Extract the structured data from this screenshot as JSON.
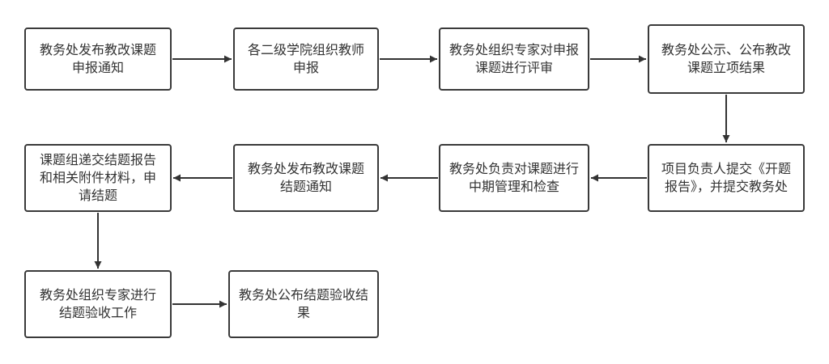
{
  "steps": [
    {
      "id": "b1",
      "text": "教务处发布教改课题申报通知"
    },
    {
      "id": "b2",
      "text": "各二级学院组织教师申报"
    },
    {
      "id": "b3",
      "text": "教务处组织专家对申报课题进行评审"
    },
    {
      "id": "b4",
      "text": "教务处公示、公布教改课题立项结果"
    },
    {
      "id": "b5",
      "text": "项目负责人提交《开题报告》，并提交教务处"
    },
    {
      "id": "b6",
      "text": "教务处负责对课题进行中期管理和检查"
    },
    {
      "id": "b7",
      "text": "教务处发布教改课题结题通知"
    },
    {
      "id": "b8",
      "text": "课题组递交结题报告和相关附件材料，申请结题"
    },
    {
      "id": "b9",
      "text": "教务处组织专家进行结题验收工作"
    },
    {
      "id": "b10",
      "text": "教务处公布结题验收结果"
    }
  ],
  "colors": {
    "border": "#3a3a3a",
    "text": "#333333",
    "arrow": "#333333",
    "background": "#ffffff"
  }
}
